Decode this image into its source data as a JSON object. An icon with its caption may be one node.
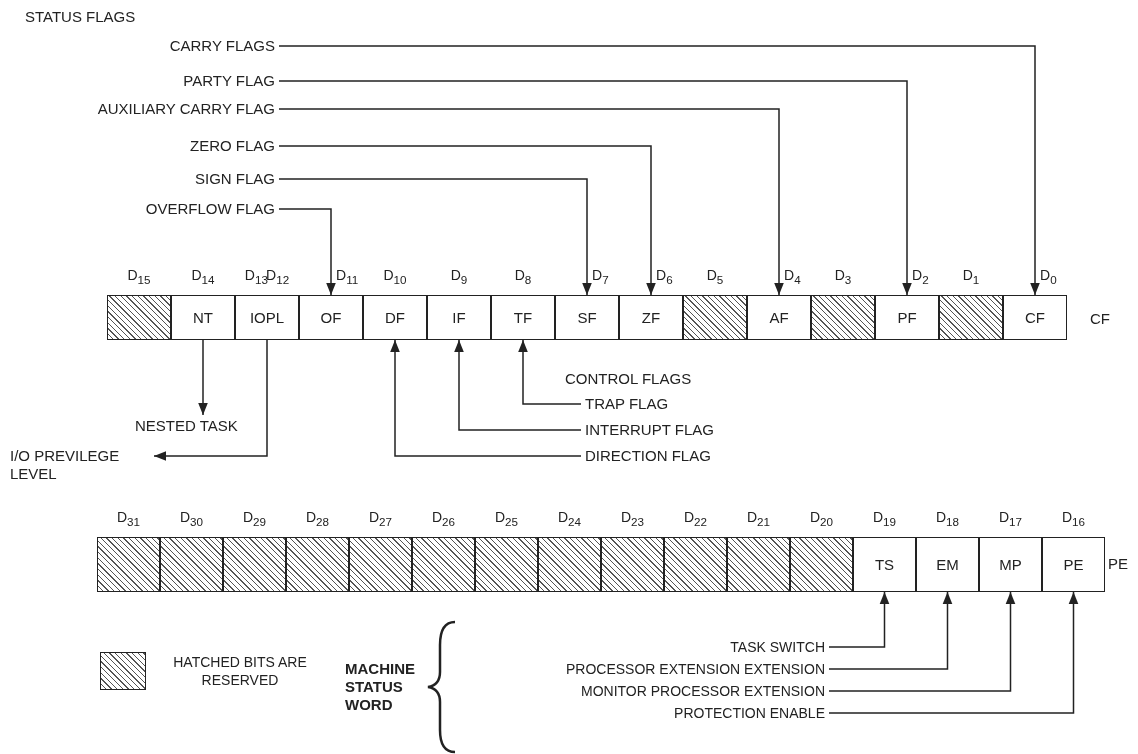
{
  "diagram": {
    "nodes": [
      {
        "text": [
          "CARRY FLAGS"
        ]
      },
      {
        "text": [
          "PARTY FLAG"
        ]
      },
      {
        "text": [
          "AUXILIARY CARRY FLAG"
        ]
      },
      {
        "text": [
          "ZERO FLAG"
        ]
      },
      {
        "text": [
          "SIGN FLAG"
        ]
      },
      {
        "text": [
          "OVERFLOW FLAG"
        ]
      },
      {
        "text": [],
        "shape": "box",
        "beside": [
          "D$_{15}$"
        ]
      },
      {
        "text": [
          "NT"
        ],
        "beside": [
          "D$_{14}$"
        ]
      },
      {
        "text": [
          "IOPL"
        ],
        "beside": [
          "D$_{13}$",
          "D$_{12}$"
        ]
      },
      {
        "text": [
          "OF"
        ],
        "beside": [
          "D$_{11}$"
        ]
      },
      {
        "text": [
          "DF"
        ],
        "beside": [
          "D$_{10}$"
        ]
      },
      {
        "text": [
          "IF"
        ],
        "beside": [
          "D$_{9}$"
        ]
      },
      {
        "text": [
          "TF"
        ],
        "beside": [
          "D$_{8}$"
        ]
      },
      {
        "text": [
          "SF"
        ],
        "beside": [
          "D$_{7}$"
        ]
      },
      {
        "text": [
          "ZF"
        ],
        "beside": [
          "D$_{6}$"
        ]
      },
      {
        "text": [],
        "shape": "box",
        "beside": [
          "D$_{5}$"
        ]
      },
      {
        "text": [
          "AF"
        ],
        "beside": [
          "D$_{4}$"
        ]
      },
      {
        "text": [],
        "shape": "box",
        "beside": [
          "D$_{3}$"
        ]
      },
      {
        "text": [
          "PF"
        ],
        "beside": [
          "D$_{2}$"
        ]
      },
      {
        "text": [],
        "shape": "box",
        "beside": [
          "D$_{1}$"
        ]
      },
      {
        "text": [
          "CF"
        ],
        "beside": [
          "D$_{0}$"
        ]
      },
      {
        "text": [
          "TRAP FLAG"
        ]
      },
      {
        "text": [
          "NESTED TASK"
        ]
      },
      {
        "text": [
          "INTERRUPT FLAG"
        ]
      },
      {
        "text": [
          "I/O PREVILEGE LEVEL"
        ]
      },
      {
        "text": [
          "DIRECTION FLAG"
        ]
      },
      {
        "text": [],
        "shape": "box",
        "beside": [
          "D$_{31}$"
        ]
      },
      {
        "text": [],
        "shape": "box",
        "beside": [
          "D$_{30}$"
        ]
      },
      {
        "text": [],
        "shape": "box",
        "beside": [
          "D$_{29}$"
        ]
      },
      {
        "text": [],
        "shape": "box",
        "beside": [
          "D$_{28}$"
        ]
      },
      {
        "text": [],
        "shape": "box",
        "beside": [
          "D$_{27}$"
        ]
      },
      {
        "text": [],
        "shape": "box",
        "beside": [
          "D$_{26}$"
        ]
      },
      {
        "text": [],
        "shape": "box",
        "beside": [
          "D$_{25}$"
        ]
      },
      {
        "text": [],
        "shape": "box",
        "beside": [
          "D$_{24}$"
        ]
      },
      {
        "text": [],
        "shape": "box",
        "beside": [
          "D$_{23}$"
        ]
      },
      {
        "text": [],
        "shape": "box",
        "beside": [
          "D$_{22}$"
        ]
      },
      {
        "text": [],
        "shape": "box",
        "beside": [
          "D$_{21}$"
        ]
      },
      {
        "text": [],
        "shape": "box",
        "beside": [
          "D$_{20}$"
        ]
      },
      {
        "text": [
          "TS"
        ],
        "beside": [
          "D$_{19}$"
        ]
      },
      {
        "text": [
          "EM"
        ],
        "beside": [
          "D$_{18}$"
        ]
      },
      {
        "text": [
          "MP"
        ],
        "beside": [
          "D$_{17}$"
        ]
      },
      {
        "text": [
          "PE"
        ],
        "beside": [
          "D$_{16}$"
        ]
      },
      {
        "text": [
          "TASK SWITCH"
        ]
      },
      {
        "text": [
          "PROCESSOR EXTENSION EXTENSION"
        ]
      },
      {
        "text": [
          "MONITOR PROCESSOR EXTENSION"
        ]
      },
      {
        "text": [
          "PROTECTION ENABLE"
        ]
      }
    ],
    "edges": [
      {
        "from": 0,
        "to": 20,
        "arrow": "to"
      },
      {
        "from": 1,
        "to": 18,
        "arrow": "to"
      },
      {
        "from": 2,
        "to": 16,
        "arrow": "to"
      },
      {
        "from": 3,
        "to": 14,
        "arrow": "to"
      },
      {
        "from": 4,
        "to": 13,
        "arrow": "to"
      },
      {
        "from": 5,
        "to": 9,
        "arrow": "to"
      },
      {
        "from": 7,
        "to": 22,
        "arrow": "to"
      },
      {
        "from": 8,
        "to": 24,
        "arrow": "to"
      },
      {
        "from": 21,
        "to": 12,
        "arrow": "to"
      },
      {
        "from": 23,
        "to": 11,
        "arrow": "to"
      },
      {
        "from": 25,
        "to": 10,
        "arrow": "to"
      },
      {
        "from": 42,
        "to": 38,
        "arrow": "to"
      },
      {
        "from": 43,
        "to": 39,
        "arrow": "to"
      },
      {
        "from": 44,
        "to": 40,
        "arrow": "to"
      },
      {
        "from": 45,
        "to": 41,
        "arrow": "to"
      }
    ],
    "labels": [
      "STATUS FLAGS",
      "CF",
      "CONTROL FLAGS",
      "PE",
      "MACHINE STATUS WORD"
    ],
    "legend": [
      {
        "text": "HATCHED BITS ARE RESERVED"
      }
    ]
  }
}
